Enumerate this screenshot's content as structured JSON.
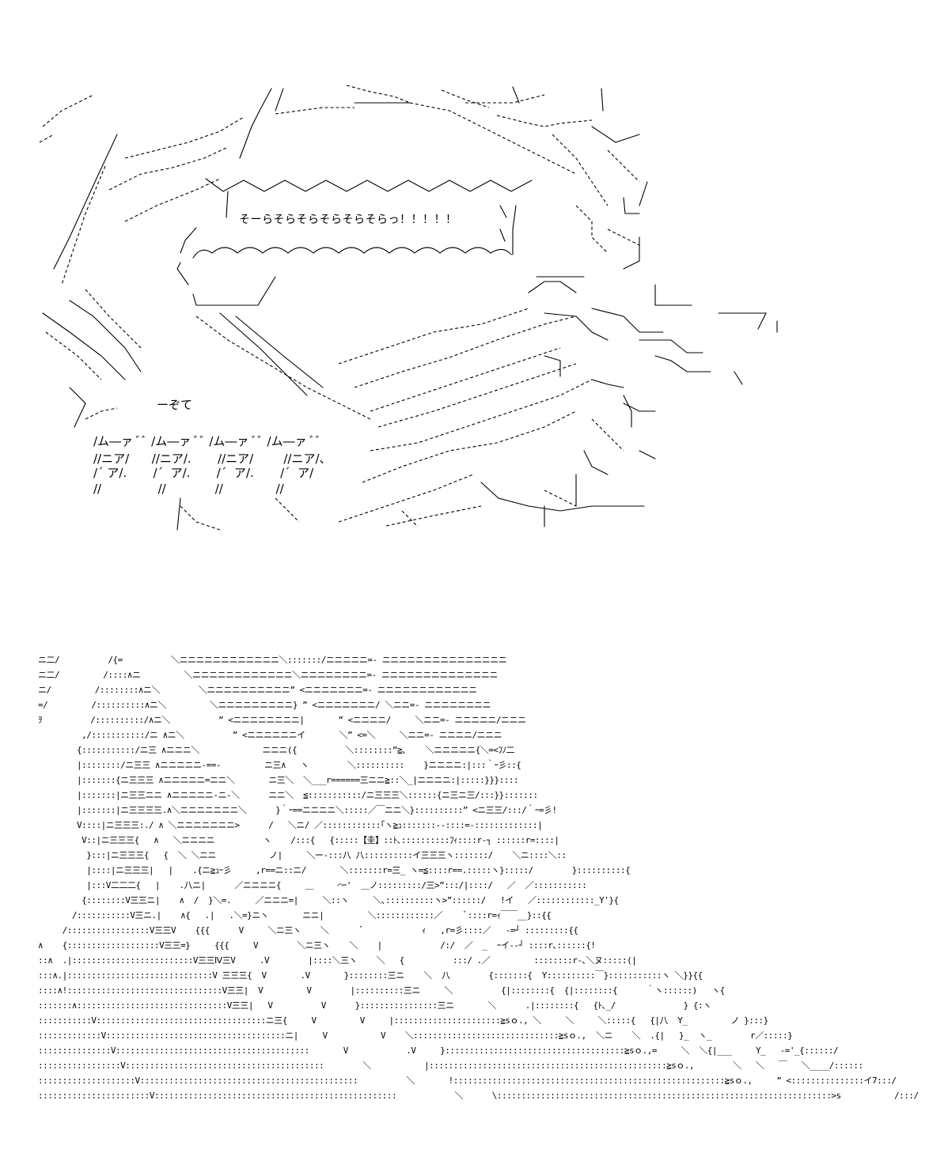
{
  "top_panel": {
    "shout": "そーらそらそらそらそらそらっ！！！！！",
    "sfx_te": "ーぞて",
    "mu_rows": [
      "/ム―ァ ﾞﾞ /ム―ァ ﾞﾞ /ム―ァ ﾞﾞ /ム―ァ ﾞﾞ",
      "//ニア/      //ニア/.       //ニア/        //ニア/、",
      "/´ ア/.       /´  ア/.       /´  ア/.       /´  ア/",
      "//               //             //              //"
    ]
  },
  "bottom_panel": {
    "rows": [
      "ニ二/          /{=          ＼ニニニニニニニニニニニニ＼:::::::/ニニニニニ=- ニニニニニニニニニニニニニニニ",
      "ニ二/         /::::∧ニ         ＼ニニニニニニニニニニニニ＼ニニニニニニニニ=- ニニニニニニニニニニニニニニ",
      "ニ/         /::::::::∧ニ＼        ＼ニニニニニニニニニニ” <ニニニニニニニ=- ニニニニニニニニニニニニ",
      "=/         /::::::::::∧ニ＼         ＼ニニニニニニニニニ} ” <ニニニニニニニ/ ＼ニニ=- ニニニニニニニニ",
      "ｦ          /::::::::::/∧ニ＼          ” <ニニニニニニニニ|       ” <ニニニニ/     ＼ニニ=- ニニニニニ/ニニニ",
      "         ,/:::::::::::/ニ ∧ニ＼          ” <ニニニニニニイ       ＼” <=＼     ＼ニニ=- ニニニニ/ニニニ",
      "        {:::::::::::/ニ三 ∧ニニニ＼             ニニニ({          ＼::::::::”≧､    ＼ニニニニニ{＼=<ﾌﾉ二",
      "        |::::::::/ニ三三 ∧ニニニニニ-==-         ニ三∧   ヽ        ＼::::::::::    }ニニニニ:|:::｀ｰ彡::{",
      "        |:::::::{ニ三三三 ∧ニニニニニ=ニニ＼       ニ三＼  ＼___r======三ニニ≧::＼_|ニニニニ:|:::::}}}::::",
      "        |:::::::|ニ三三ニニ ∧ニニニニニ-ニ-＼      ニニ＼  ≦:::::::::::/ニ三三三＼::::::{ニ三ニ三/:::}}:::::::",
      "        |:::::::|ニ三三三三.∧＼ニニニニニニニ＼      }｀ｰ==ニニニニ＼:::::／￣ニニ＼}::::::::::” <ニ三三/:::/｀ｰ=彡!",
      "        V::::|ニ三三三:./ ∧ ＼ニニニニニニニ>      /   ＼ニ/ ／::::::::::::｢ヽ≧ｭ:::::::--::::=-:::::::::::::|",
      "         V::|ニ三三三{   ∧   ＼ニニニニ          ヽ    /:::{   {:::::【圭】::ﾄ､::::::::::ﾌｨ::::r‐┐ ::::::r=::::|",
      "          }:::|ニ三三三{   {  ＼ ＼ニニ           ノ|     ＼ー‐:::八 八::::::::::イ三三三ヽ:::::::/    ＼ニ::::＼::",
      "          |::::|ニ三三三|   |    .{ニ≧ｭｰ彡     ,r==ニ::ニ/       ＼:::::::r=三_ ヽ=≦::::r==.:::::ヽ}:::::/        }::::::::::{",
      "          |:::V二二二{   |    .八ニ|      ／ニニニニ{     ＿     ⌒ｰ'  ＿ノ:::::::::/三>”:::/|::::/   ／  ／:::::::::::",
      "         {::::::::V三三ニ|    ∧  /  }＼=.     ／ニニニ=|     ＼::ヽ     ＼､::::::::::ヽ>”::::::/   !イ   ／::::::::::::_Y'}{",
      "       /:::::::::::V三ニ.|    ∧{   .|   .＼=}ニヽ       ニニ|         ＼::::::::::::／     ﾞ::::r=ｨ￣￣__}::{{",
      "     /:::::::::::::::::V三三V    {{{      V     ＼ニ三ヽ    ＼       ﾞ            ｨ   ,r=彡::::／   -=┘ :::::::::{{",
      "∧    {:::::::::::::::::::V三三=}     {{{     V        ＼ニ三ヽ    ＼    |            /:/  ／  _  ｰイ--┘ ::::r､::::::{!",
      "::∧  .|:::::::::::::::::::::::::V三三Ⅳ三V     .V        |::::＼三ヽ    ＼   {          :::/ .／         ::::::::r-､＼ヌ:::::(|",
      ":::∧.|::::::::::::::::::::::::::::::V 三三三{  V       .V       }::::::::三ニ    ＼  八        {:::::::{  Y::::::::::￣}:::::::::::ヽ ＼}}{{",
      "::::∧!::::::::::::::::::::::::::::::::V三三|  V         V        |::::::::::三ニ     ＼          {|::::::::{  {|::::::::{      ｀ヽ::::::)   ヽ{",
      ":::::::∧:::::::::::::::::::::::::::::::V三三|   V          V      }::::::::::::::::三ニ       ＼      .|::::::::{   {ﾄ､_/              } {:ヽ",
      ":::::::::::V:::::::::::::::::::::::::::::::::::ニ三{     V         V     |::::::::::::::::::::::≧sｏ., ＼     ＼     ＼:::::{   {|八  Y_         ノ }:::}",
      ":::::::::::::V:::::::::::::::::::::::::::::::::::::ニ|     V           V    ＼::::::::::::::::::::::::::::::≧sｏ.,  ＼ニ    ＼  .{|   }_  ヽ_        r／:::::}",
      ":::::::::::::::V::::::::::::::::::::::::::::::::::::::::       V            .V     }:::::::::::::::::::::::::::::::::::::≧sｏ.,=     ＼  ＼{|___     Y_   -='_{::::::/",
      ":::::::::::::::::V:::::::::::::::::::::::::::::::::::::::::        ＼           |:::::::::::::::::::::::::::::::::::::::::::::::::≧sｏ.,        ＼   ＼   ￣   ＼____/::::::",
      "::::::::::::::::::::V:::::::::::::::::::::::::::::::::::::::::::::          ＼       !::::::::::::::::::::::::::::::::::::::::::::::::::::::::≧sｏ.,     ” <:::::::::::::::イ7:::/",
      ":::::::::::::::::::::::V::::::::::::::::::::::::::::::::::::::::::::::::::            ＼      \\:::::::::::::::::::::::::::::::::::::::::::::::::::::::::::::::::::::>s           /:::/"
    ]
  }
}
